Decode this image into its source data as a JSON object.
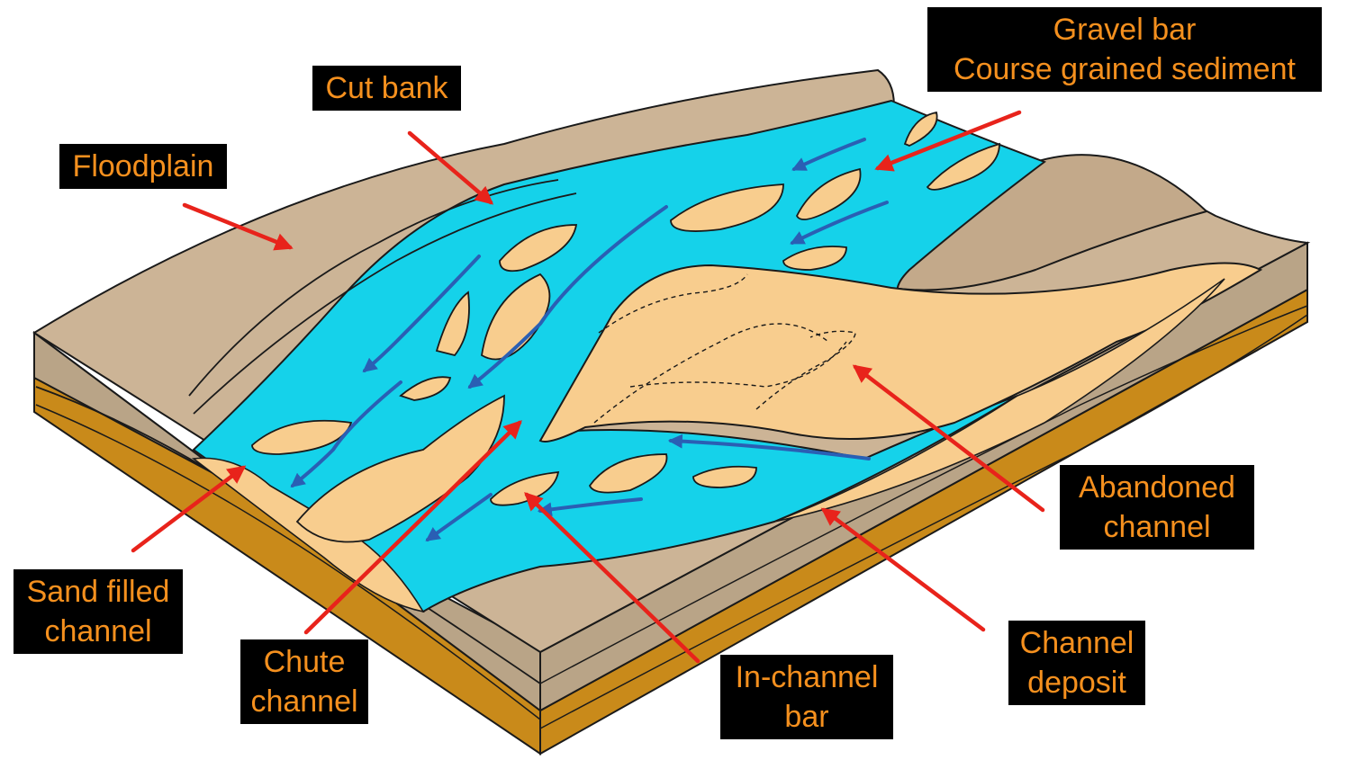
{
  "labels": {
    "floodplain": {
      "lines": [
        "Floodplain"
      ]
    },
    "cut_bank": {
      "lines": [
        "Cut bank"
      ]
    },
    "gravel_bar": {
      "lines": [
        "Gravel bar",
        "Course grained sediment"
      ]
    },
    "abandoned_channel": {
      "lines": [
        "Abandoned",
        "channel"
      ]
    },
    "channel_deposit": {
      "lines": [
        "Channel",
        "deposit"
      ]
    },
    "in_channel_bar": {
      "lines": [
        "In-channel",
        "bar"
      ]
    },
    "chute_channel": {
      "lines": [
        "Chute",
        "channel"
      ]
    },
    "sand_filled_channel": {
      "lines": [
        "Sand filled",
        "channel"
      ]
    }
  },
  "colors": {
    "label_bg": "#000000",
    "label_text": "#f5901e",
    "arrow": "#e8231b",
    "water": "#15d2ea",
    "flow_arrow": "#2a5fb4",
    "sand": "#f8cd8e",
    "floodplain_top": "#ccb496",
    "floodplain_side": "#b9a487",
    "sediment_layer": "#c98a1a",
    "outline": "#1a1a1a"
  }
}
